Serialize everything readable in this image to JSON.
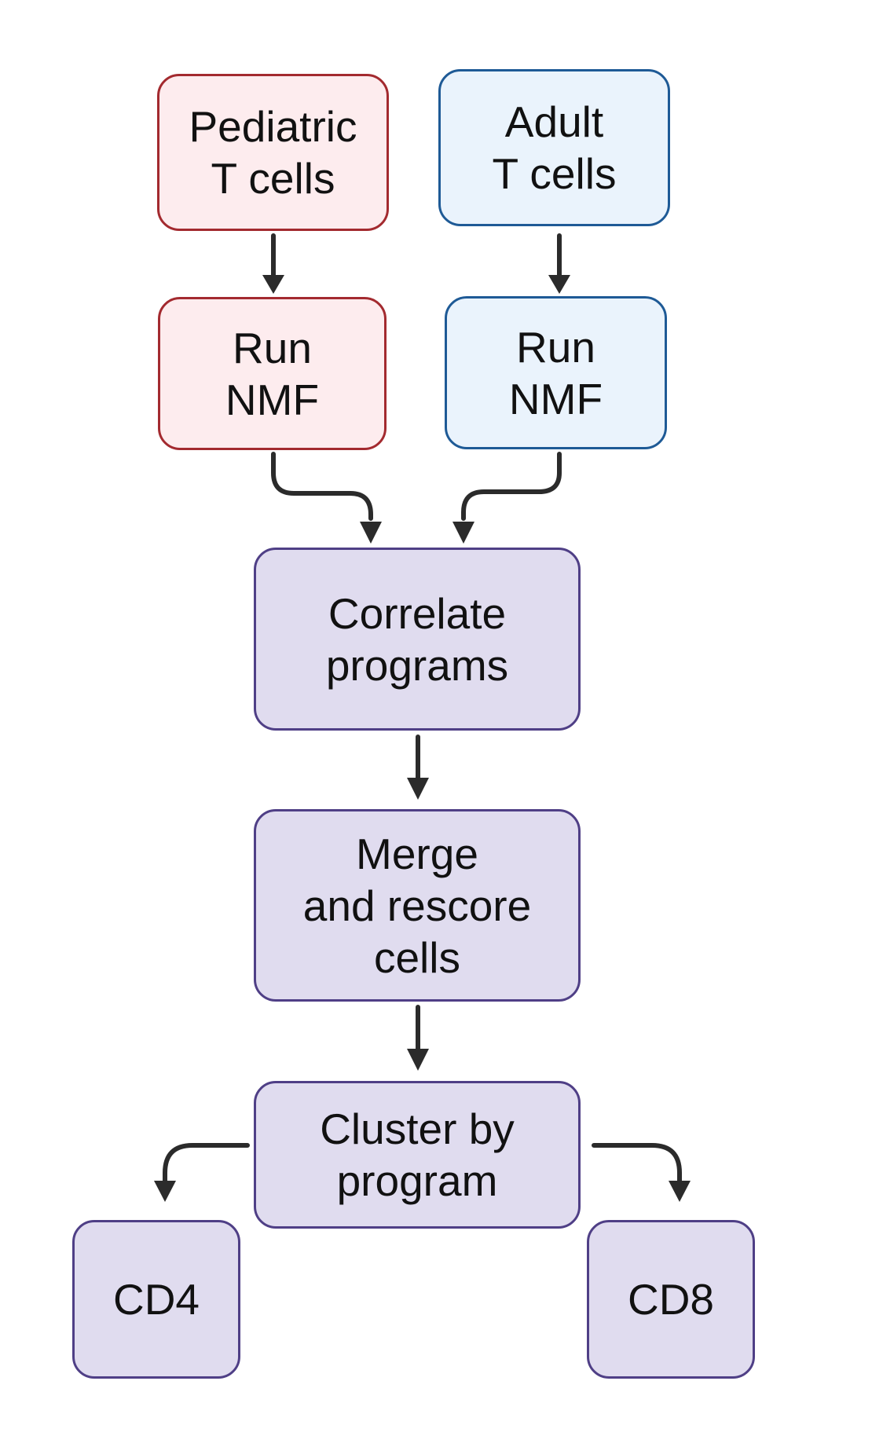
{
  "nodes": {
    "pediatric_t_cells": "Pediatric\nT cells",
    "adult_t_cells": "Adult\nT cells",
    "run_nmf_pediatric": "Run\nNMF",
    "run_nmf_adult": "Run\nNMF",
    "correlate_programs": "Correlate\nprograms",
    "merge_rescore": "Merge\nand rescore\ncells",
    "cluster_by_program": "Cluster by\nprogram",
    "cd4": "CD4",
    "cd8": "CD8"
  },
  "colors": {
    "pediatric_fill": "#fdecee",
    "pediatric_border": "#a32a2f",
    "adult_fill": "#eaf3fc",
    "adult_border": "#1e5a96",
    "shared_fill": "#e0dcef",
    "shared_border": "#4f3f86",
    "arrow": "#2b2b2b"
  }
}
